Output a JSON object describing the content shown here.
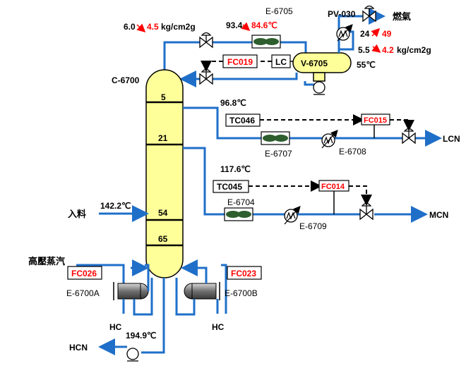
{
  "top_left_line": "",
  "column": {
    "id": "C-6700",
    "trays": [
      "5",
      "21",
      "54",
      "65"
    ]
  },
  "drum": {
    "id": "V-6705",
    "temp": "55℃"
  },
  "exchangers": {
    "e6705": "E-6705",
    "e6707": "E-6707",
    "e6708": "E-6708",
    "e6704": "E-6704",
    "e6709": "E-6709",
    "e6700a": "E-6700A",
    "e6700b": "E-6700B"
  },
  "controllers": {
    "fc019": "FC019",
    "lc": "LC",
    "tc046": "TC046",
    "fc015": "FC015",
    "tc045": "TC045",
    "fc014": "FC014",
    "fc026": "FC026",
    "fc023": "FC023",
    "pv030": "PV-030"
  },
  "values": {
    "top_pressure_old": "6.0",
    "top_pressure_new": "4.5",
    "top_pressure_unit": "kg/cm2g",
    "e6705_temp_old": "93.4",
    "e6705_temp_new": "84.6℃",
    "pv_val_old": "24",
    "pv_val_new": "49",
    "drum_press_old": "5.5",
    "drum_press_new": "4.2",
    "drum_press_unit": "kg/cm2g",
    "lcn_temp": "96.8℃",
    "mcn_temp": "117.6℃",
    "feed_temp": "142.2℃",
    "bottom_temp": "194.9℃"
  },
  "streams": {
    "fuel_gas": "燃氣",
    "lcn": "LCN",
    "mcn": "MCN",
    "feed": "入料",
    "hp_steam": "高壓蒸汽",
    "hc_left": "HC",
    "hc_right": "HC",
    "hcn": "HCN"
  },
  "colors": {
    "pipe": "#1f6fc9",
    "vessel_fill": "#ffff99",
    "highlight": "#ff0000",
    "exchanger_fill": "#2e5e2e"
  }
}
